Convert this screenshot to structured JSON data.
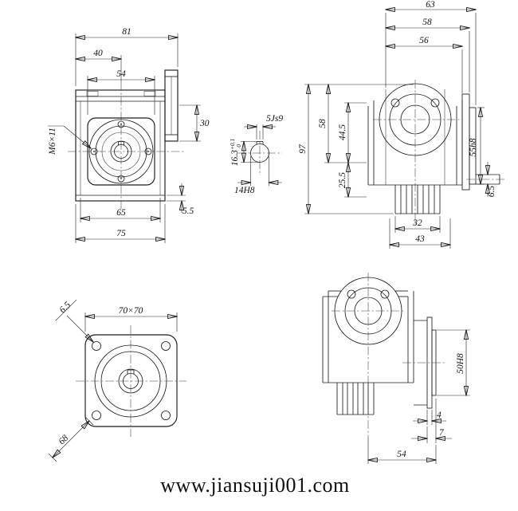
{
  "watermark": {
    "text": "www.jiansuji001.com",
    "color": "#cc3366"
  },
  "front_view": {
    "overall_width": "81",
    "center_offset": "40",
    "flange_width": "54",
    "screw_thread": "M6×11",
    "flange_side_height": "30",
    "cavity_width": "65",
    "body_width": "75",
    "base_step": "5.5"
  },
  "shaft_section": {
    "key_width": "5Js9",
    "key_depth": "16.3",
    "key_depth_tol_upper": "+0.1",
    "key_depth_tol_lower": "0",
    "bore_dia": "14H8"
  },
  "side_view": {
    "overall_depth": "63",
    "flange_face_depth": "58",
    "housing_depth": "56",
    "overall_height": "97",
    "upper_height": "58",
    "axis_distance": "44.5",
    "input_axis_height": "25.5",
    "spigot_dia": "55h8",
    "shaft_tip_dia": "6.5",
    "fin_span": "32",
    "base_span": "43"
  },
  "bottom_view": {
    "flange_size": "70×70",
    "hole_dia": "6.5",
    "diagonal_span": "68"
  },
  "output_view": {
    "bore_dia": "50H8",
    "plate_step": "4",
    "flange_thickness": "7",
    "flange_offset": "54"
  }
}
